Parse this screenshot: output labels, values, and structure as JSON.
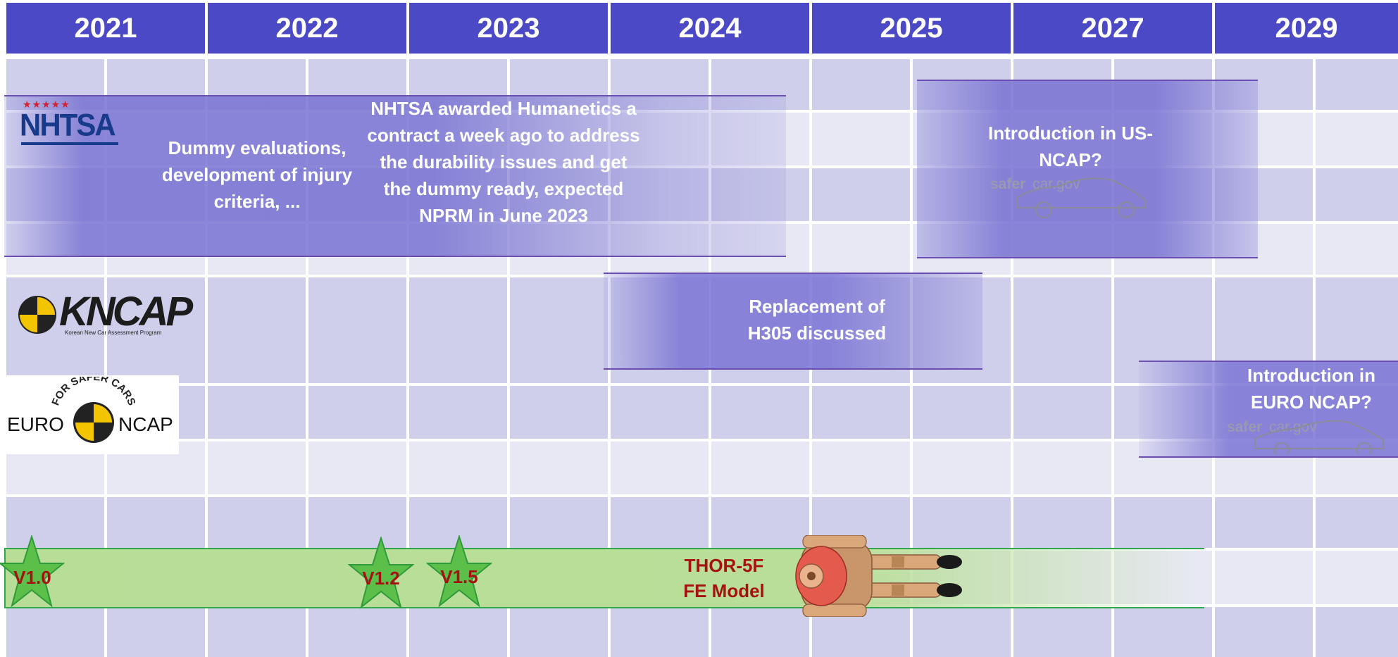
{
  "years": [
    "2021",
    "2022",
    "2023",
    "2024",
    "2025",
    "2027",
    "2029"
  ],
  "colors": {
    "header": "#4b49c6",
    "cell_dark": "#cfcfeb",
    "cell_light": "#e8e8f4",
    "band": "#8b86d6",
    "star": "#5bbf4a",
    "label_red": "#a51212"
  },
  "logos": {
    "nhtsa": "NHTSA",
    "kncap": "KNCAP",
    "kncap_sub": "Korean New Car Assessment Program",
    "euro_left": "EURO",
    "euro_right": "NCAP",
    "euro_arc": "FOR SAFER CARS"
  },
  "notes": {
    "nhtsa_left": "Dummy evaluations, development of injury criteria, ...",
    "nhtsa_center": "NHTSA awarded Humanetics a contract a week ago to address the durability issues and get the dummy ready, expected NPRM in June 2023",
    "us_ncap": "Introduction in US-NCAP?",
    "kncap": "Replacement of H305 discussed",
    "euro_ncap": "Introduction in EURO NCAP?"
  },
  "safercar": {
    "safer": "safer",
    "rest": "car.gov"
  },
  "milestones": [
    "V1.0",
    "V1.2",
    "V1.5"
  ],
  "thor_label": [
    "THOR-5F",
    "FE Model"
  ]
}
